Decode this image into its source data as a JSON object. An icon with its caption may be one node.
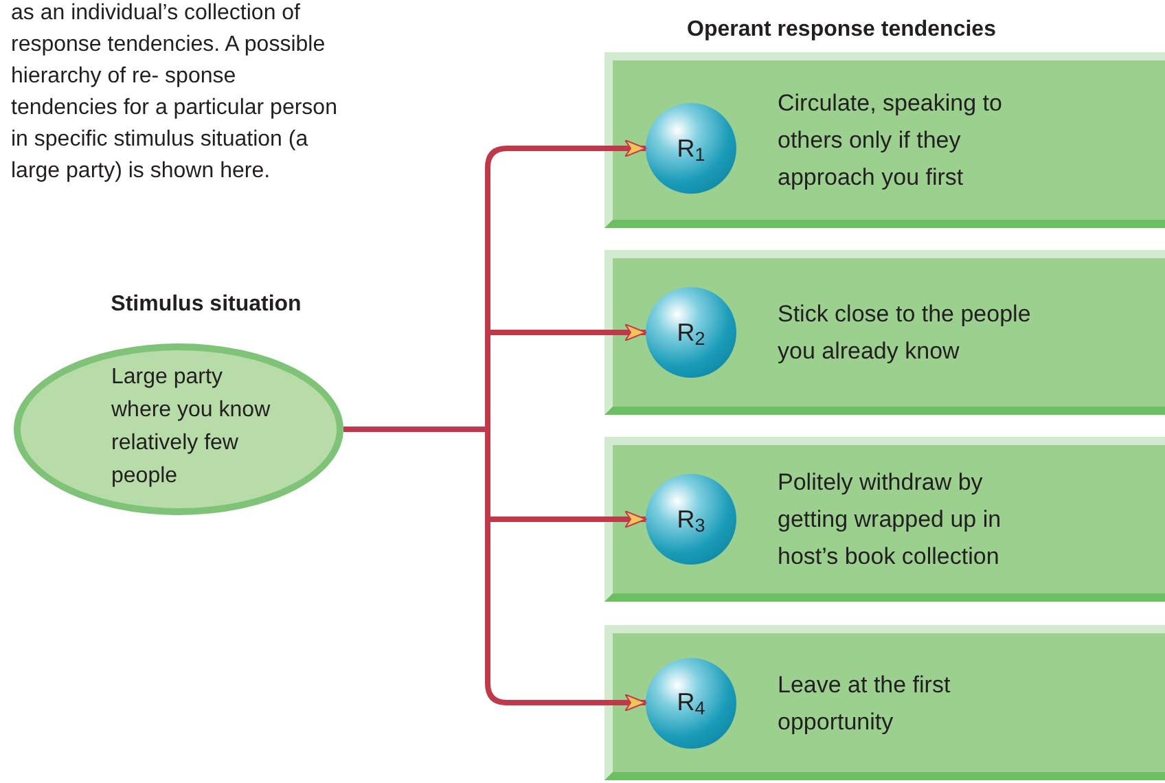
{
  "diagram": {
    "nodes": [
      {
        "text": [
          "Stimulus situation",
          "Large party where you know relatively few people"
        ]
      },
      {
        "text": [
          "Circulate, speaking to others only if they approach you first"
        ]
      },
      {
        "text": [
          "R$_{1}$"
        ],
        "in": 1
      },
      {
        "text": [
          "Stick close to the people you already know"
        ]
      },
      {
        "text": [
          "R$_{2}$"
        ],
        "in": 3
      },
      {
        "text": [
          "Politely withdraw by getting wrapped up in host’s book collection"
        ]
      },
      {
        "text": [
          "R$_{3}$"
        ],
        "in": 5
      },
      {
        "text": [
          "Leave at the first opportunity"
        ]
      },
      {
        "text": [
          "R$_{4}$"
        ],
        "in": 7
      }
    ],
    "edges": [
      {
        "from": 0,
        "to": 2,
        "arrow": "to"
      },
      {
        "from": 0,
        "to": 4,
        "arrow": "to"
      },
      {
        "from": 0,
        "to": 6,
        "arrow": "to"
      },
      {
        "from": 0,
        "to": 8,
        "arrow": "to"
      }
    ],
    "labels": [
      "as an individual’s collection of response tendencies. A possible hierarchy of re- sponse tendencies for a particular person in specific stimulus situation (a large party) is shown here.",
      "Operant response tendencies"
    ]
  }
}
